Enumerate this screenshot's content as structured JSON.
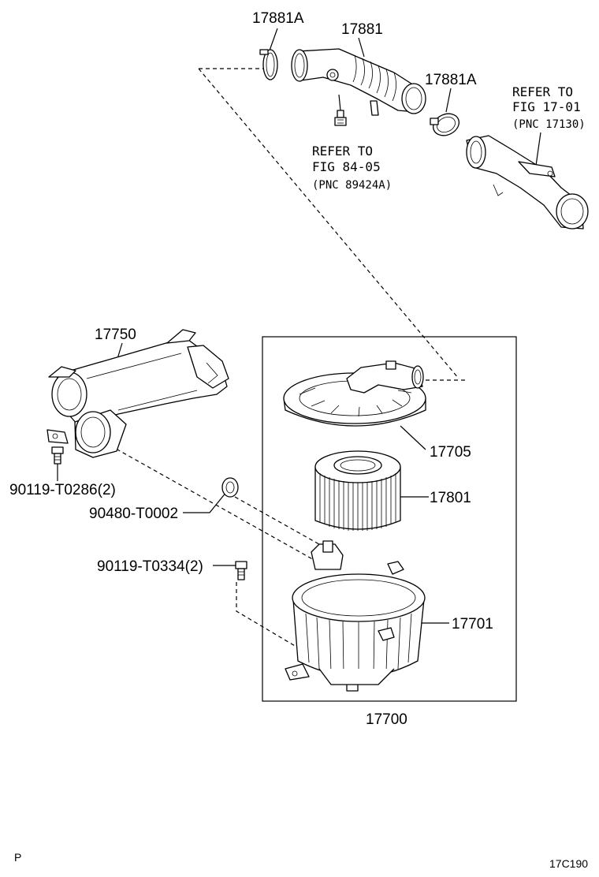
{
  "labels": {
    "p17881A_top": "17881A",
    "p17881": "17881",
    "p17881A_right": "17881A",
    "refer_to_a": "REFER TO",
    "fig_a": "FIG 84-05",
    "pnc_a": "(PNC 89424A)",
    "refer_to_b": "REFER TO",
    "fig_b": "FIG 17-01",
    "pnc_b": "(PNC 17130)",
    "p17750": "17750",
    "p17705": "17705",
    "p17801": "17801",
    "p90119_T0286": "90119-T0286(2)",
    "p90480_T0002": "90480-T0002",
    "p90119_T0334": "90119-T0334(2)",
    "p17701": "17701",
    "p17700": "17700"
  },
  "footer": {
    "left_mark": "P",
    "figure_code": "17C190"
  }
}
